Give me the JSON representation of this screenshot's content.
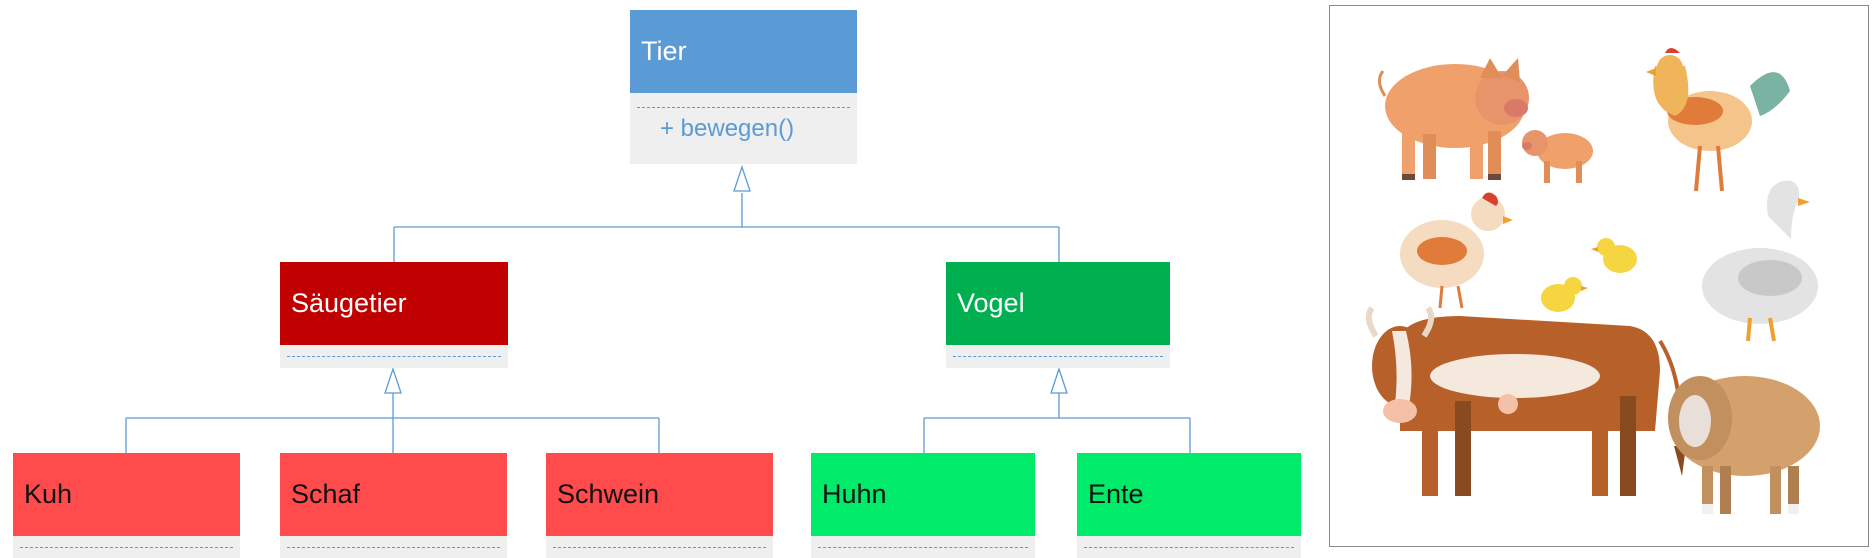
{
  "diagram": {
    "root": {
      "name": "Tier",
      "operations": [
        "+ bewegen()"
      ]
    },
    "groups": [
      {
        "name": "Säugetier",
        "children": [
          "Kuh",
          "Schaf",
          "Schwein"
        ]
      },
      {
        "name": "Vogel",
        "children": [
          "Huhn",
          "Ente"
        ]
      }
    ]
  },
  "colors": {
    "root_header": "#5b9bd5",
    "mammal_parent": "#c00000",
    "mammal_child": "#ff4b4b",
    "bird_parent": "#00b050",
    "bird_child": "#00eb6a",
    "class_body": "#efefef",
    "connector": "#5b9bd5"
  },
  "illustration": {
    "animals": [
      "pig-icon",
      "piglet-icon",
      "rooster-icon",
      "hen-icon",
      "chick-icon",
      "goose-icon",
      "cow-icon",
      "sheep-icon"
    ]
  }
}
